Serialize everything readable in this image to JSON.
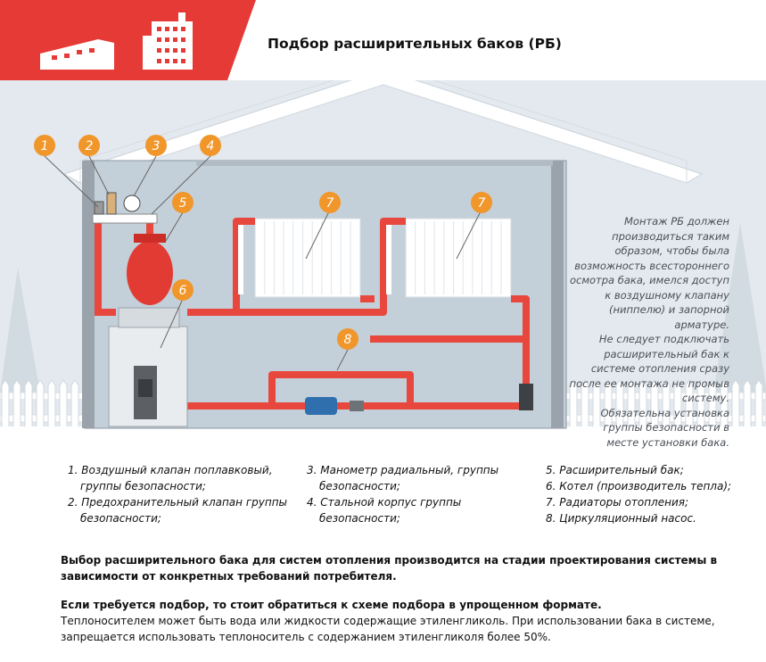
{
  "title": "Подбор расширительных баков (РБ)",
  "note": [
    "Монтаж РБ должен",
    "производиться таким",
    "образом, чтобы была",
    "возможность всестороннего",
    "осмотра бака, имелся доступ",
    "к воздушному клапану",
    "(ниппелю) и запорной",
    "арматуре.",
    "Не следует подключать",
    "расширительный бак к",
    "системе отопления сразу",
    "после ее монтажа не промыв",
    "систему.",
    "Обязательна установка",
    "группы безопасности в",
    "месте установки бака."
  ],
  "markers": [
    "1",
    "2",
    "3",
    "4",
    "5",
    "6",
    "7",
    "7",
    "8"
  ],
  "legend": {
    "col1": [
      "1. Воздушный клапан поплавковый,",
      "   группы безопасности;",
      "2. Предохранительный клапан группы",
      "   безопасности;"
    ],
    "col2": [
      "3. Манометр радиальный, группы",
      "   безопасности;",
      "4. Стальной корпус группы",
      "   безопасности;"
    ],
    "col3": [
      "5. Расширительный бак;",
      "6. Котел (производитель тепла);",
      "7. Радиаторы отопления;",
      "8. Циркуляционный насос."
    ]
  },
  "paragraph1": "Выбор расширительного бака для систем отопления производится на стадии проектирования системы в зависимости от конкретных требований потребителя.",
  "paragraph2_bold": "Если требуется подбор, то стоит обратиться к схеме подбора в упрощенном формате.",
  "paragraph2_text": "Теплоносителем может быть вода или жидкости содержащие этиленгликоль. При использовании бака в системе, запрещается использовать теплоноситель с содержанием этиленгликоля более 50%.",
  "colors": {
    "brand_red": "#e53a36",
    "pipe": "#e8473e",
    "wall_bg": "#c9d5dd",
    "marker": "#f0962a"
  }
}
